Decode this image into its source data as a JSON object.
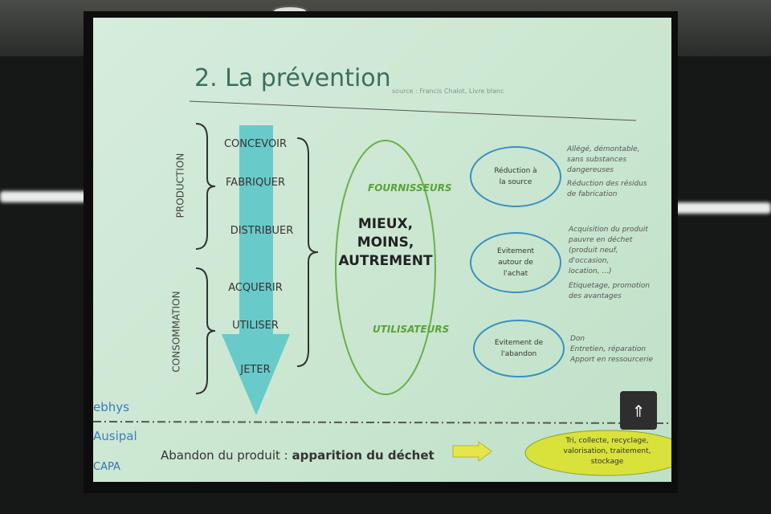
{
  "slide": {
    "title": "2. La prévention",
    "source": "source : Francis Chalot, Livre blanc",
    "groups": {
      "production": "PRODUCTION",
      "consommation": "CONSOMMATION"
    },
    "steps": [
      "CONCEVOIR",
      "FABRIQUER",
      "DISTRIBUER",
      "ACQUERIR",
      "UTILISER",
      "JETER"
    ],
    "center": {
      "top": "FOURNISSEURS",
      "main": [
        "MIEUX,",
        "MOINS,",
        "AUTREMENT"
      ],
      "bottom": "UTILISATEURS"
    },
    "actions": [
      {
        "label": [
          "Réduction à",
          "la source"
        ],
        "notes": [
          "Allégé, démontable,",
          "sans substances",
          "dangereuses",
          "Réduction des résidus",
          "de fabrication"
        ]
      },
      {
        "label": [
          "Evitement",
          "autour de",
          "l'achat"
        ],
        "notes": [
          "Acquisition du produit",
          "pauvre en déchet",
          "(produit neuf,",
          "d'occasion,",
          "location, ...)",
          "Etiquetage, promotion",
          "des avantages"
        ]
      },
      {
        "label": [
          "Evitement de",
          "l'abandon"
        ],
        "notes": [
          "Don",
          "Entretien, réparation",
          "Apport en ressourcerie"
        ]
      }
    ],
    "footer": {
      "prefix": "Abandon du produit : ",
      "bold": "apparition du déchet",
      "result": [
        "Tri, collecte, recyclage,",
        "valorisation, traitement,",
        "stockage"
      ]
    },
    "logos": [
      "ebhys",
      "Ausipal",
      "CAPA"
    ]
  }
}
